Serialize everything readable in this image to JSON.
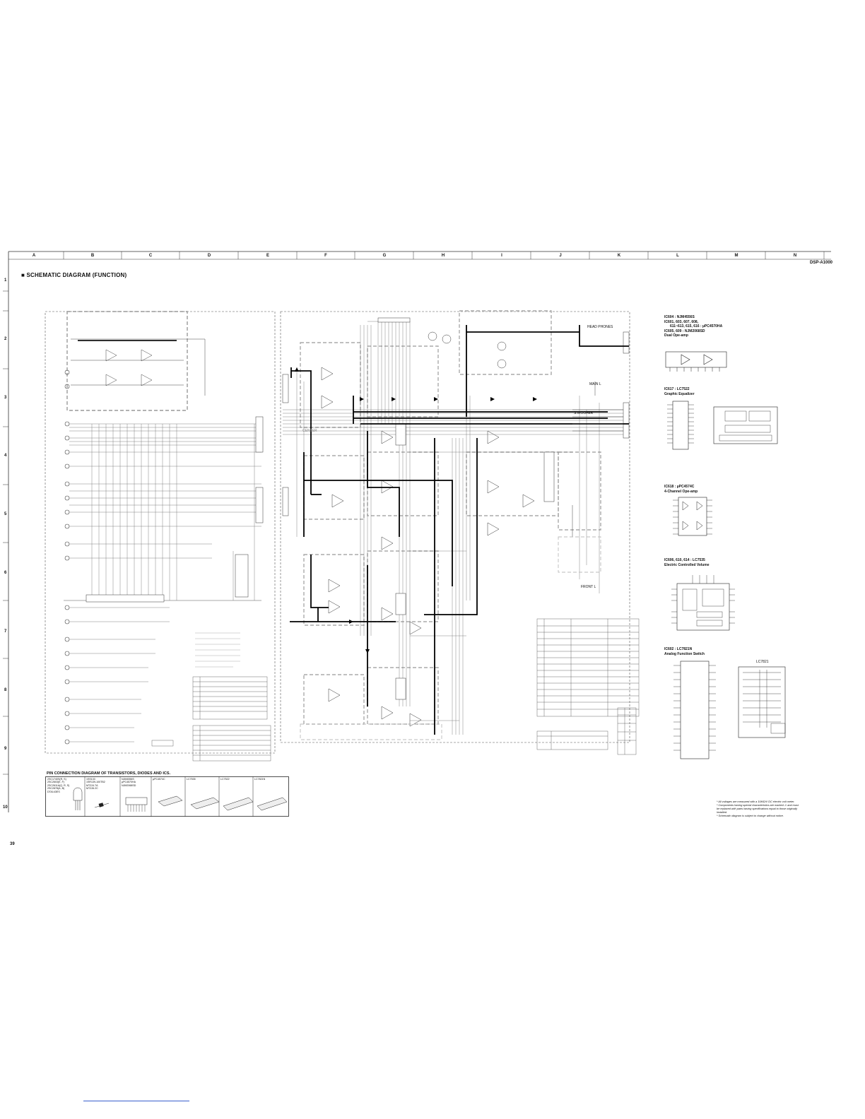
{
  "header": {
    "section_title": "SCHEMATIC DIAGRAM (FUNCTION)",
    "model": "DSP-A1000",
    "page_number": "39"
  },
  "grid": {
    "columns": [
      "A",
      "B",
      "C",
      "D",
      "E",
      "F",
      "G",
      "H",
      "I",
      "J",
      "K",
      "L",
      "M",
      "N"
    ],
    "rows": [
      "1",
      "2",
      "3",
      "4",
      "5",
      "6",
      "7",
      "8",
      "9",
      "10"
    ]
  },
  "signal_labels": {
    "head_phones": "HEAD PHONES",
    "main_l": "MAIN L",
    "s_woofer": "S.WOOFER",
    "front_l": "FRONT L",
    "center": "CENTER"
  },
  "ic_blocks": [
    {
      "lines": [
        "IC604 : NJM4556S",
        "IC601, 603, 607, 608,",
        "611~613, 615, 616 : µPC4570HA",
        "IC605, 609 : NJM2068SD",
        "Dual Ope-amp"
      ]
    },
    {
      "lines": [
        "IC617 : LC7522",
        "Graphic Equalizer"
      ]
    },
    {
      "lines": [
        "IC618 : µPC4574C",
        "4-Channel Ope-amp"
      ]
    },
    {
      "lines": [
        "IC606, 610, 614 : LC7535",
        "Electric Controlled Volume"
      ]
    },
    {
      "lines": [
        "IC602 : LC7821N",
        "Analog Function Switch"
      ]
    }
  ],
  "lc7821_label": "LC7821",
  "pin_diagram": {
    "title": "PIN CONNECTION DIAGRAM OF TRANSISTORS, DIODES AND ICS.",
    "transistors": [
      "2SC1740S(R, S)",
      "2SC2603(E, F)",
      "2SC2611A(Q, R, S)",
      "2SC2878(A, B)",
      "DTA143ES"
    ],
    "diodes": [
      "1SS133",
      "1SR139-100TB2",
      "MTZJ4.7A",
      "MTZJ6.2C"
    ],
    "ic_group": [
      "NJM4556S",
      "µPC4570HA",
      "NJM2068SD"
    ],
    "ic_names": [
      "µPC4574C",
      "LC7535",
      "LC7522",
      "LC7821N"
    ]
  },
  "notes": [
    "* All voltages are measured with a 10MΩ/V DC electric volt meter.",
    "* Components having special characteristics are marked ⚠ and must",
    "  be replaced with parts having specifications equal to those originally",
    "  installed.",
    "* Schematic diagram is subject to change without notice."
  ]
}
